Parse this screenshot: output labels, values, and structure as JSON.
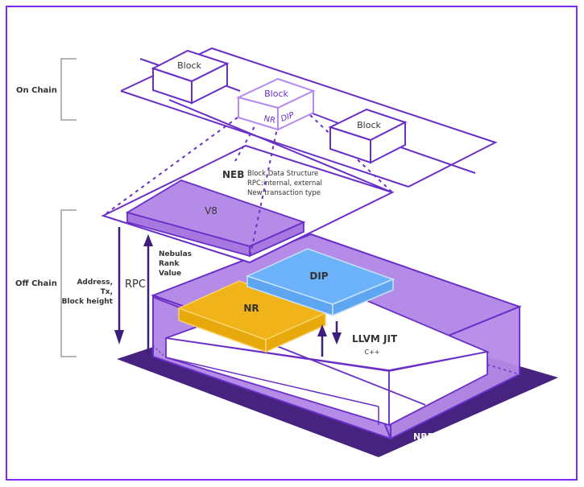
{
  "sections": {
    "on_chain": "On Chain",
    "off_chain": "Off Chain"
  },
  "chain": {
    "block_left": "Block",
    "block_center": "Block",
    "block_center_face_left": "NR",
    "block_center_face_right": "DIP",
    "block_right": "Block"
  },
  "neb": {
    "title": "NEB",
    "lines": [
      "Block Data Structure",
      "RPC:internal, external",
      "New transaction type"
    ],
    "v8": "V8"
  },
  "rpc": {
    "label": "RPC",
    "down_label": [
      "Address,",
      "Tx,",
      "Block height"
    ],
    "up_label": [
      "Nebulas",
      "Rank",
      "Value"
    ]
  },
  "nbre": {
    "label": "NBRE",
    "nr": "NR",
    "dip": "DIP",
    "jit": "LLVM JIT",
    "jit_sub": "C++"
  },
  "colors": {
    "line": "#6a2fc7",
    "line_light": "#b48cf0",
    "nbre_fill": "#b58be8",
    "nbre_base": "#45237f",
    "v8_fill": "#b58be8",
    "nr_fill": "#f0b31a",
    "dip_fill": "#6cb2fb",
    "arrow": "#3b1f7a",
    "frame": "#7b2cf0",
    "bracket": "#9e9e9e"
  }
}
